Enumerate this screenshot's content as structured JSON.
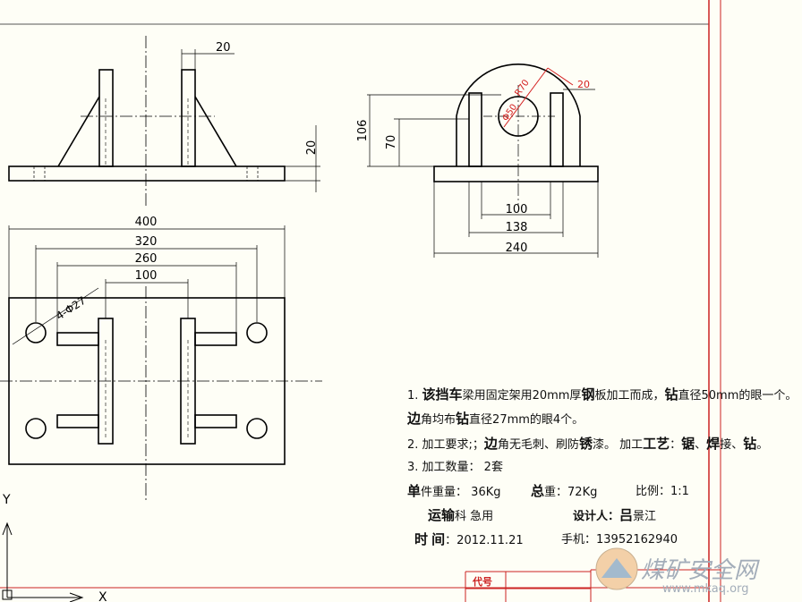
{
  "dims": {
    "top_slot_width": "20",
    "right_thickness": "20",
    "front_height_1": "106",
    "front_height_2": "70",
    "front_plate_thickness": "20",
    "front_width_1": "100",
    "front_width_2": "138",
    "front_width_3": "240",
    "bore_dia": "Φ50",
    "radius": "R70",
    "plan_total": "400",
    "plan_hole_span": "320",
    "plan_rib_span": "260",
    "plan_inner": "100",
    "holes_label": "4-Φ27"
  },
  "notes": {
    "line1_num": "1.",
    "line1_a": "该挡车",
    "line1_b": "梁用固定架用20mm厚",
    "line1_c": "钢",
    "line1_d": "板加工而成，",
    "line1_e": "钻",
    "line1_f": "直径50mm的眼一个。",
    "line2_a": "边",
    "line2_b": "角均布",
    "line2_c": "钻",
    "line2_d": "直径27mm的眼4个。",
    "line3_a": "2. 加工要求;；",
    "line3_b": "边",
    "line3_c": "角无毛刺、刷防",
    "line3_d": "锈",
    "line3_e": "漆。  加工",
    "line3_f": "工艺",
    "line3_g": "：",
    "line3_h": "锯",
    "line3_i": "、",
    "line3_j": "焊",
    "line3_k": "接、",
    "line3_l": "钻",
    "line3_m": "。",
    "line4": "3. 加工数量：   2套",
    "weight_label_a": "单",
    "weight_label_b": "件重量：",
    "weight_value": "36Kg",
    "total_label_a": "总",
    "total_label_b": "重：",
    "total_value": "72Kg",
    "scale": "比例：1:1",
    "transport_label_a": "运输",
    "transport_label_b": "科",
    "transport_value": "急用",
    "designer_label": "设计人：",
    "designer_a": "吕",
    "designer_b": "景江",
    "time_label_a": "时",
    "time_label_b": "间",
    "time_value": "：2012.11.21",
    "phone": "手机：13952162940"
  },
  "title_block": {
    "code_label": "代号"
  },
  "watermark": {
    "text": "煤矿安全网",
    "url": "www.mkaq.org"
  },
  "axes": {
    "y": "Y",
    "x": "X"
  },
  "colors": {
    "line": "#000000",
    "dim": "#000000",
    "red": "#d42020",
    "frame": "#cc2222",
    "center": "#000000",
    "watermark": "#9ea8b4"
  }
}
